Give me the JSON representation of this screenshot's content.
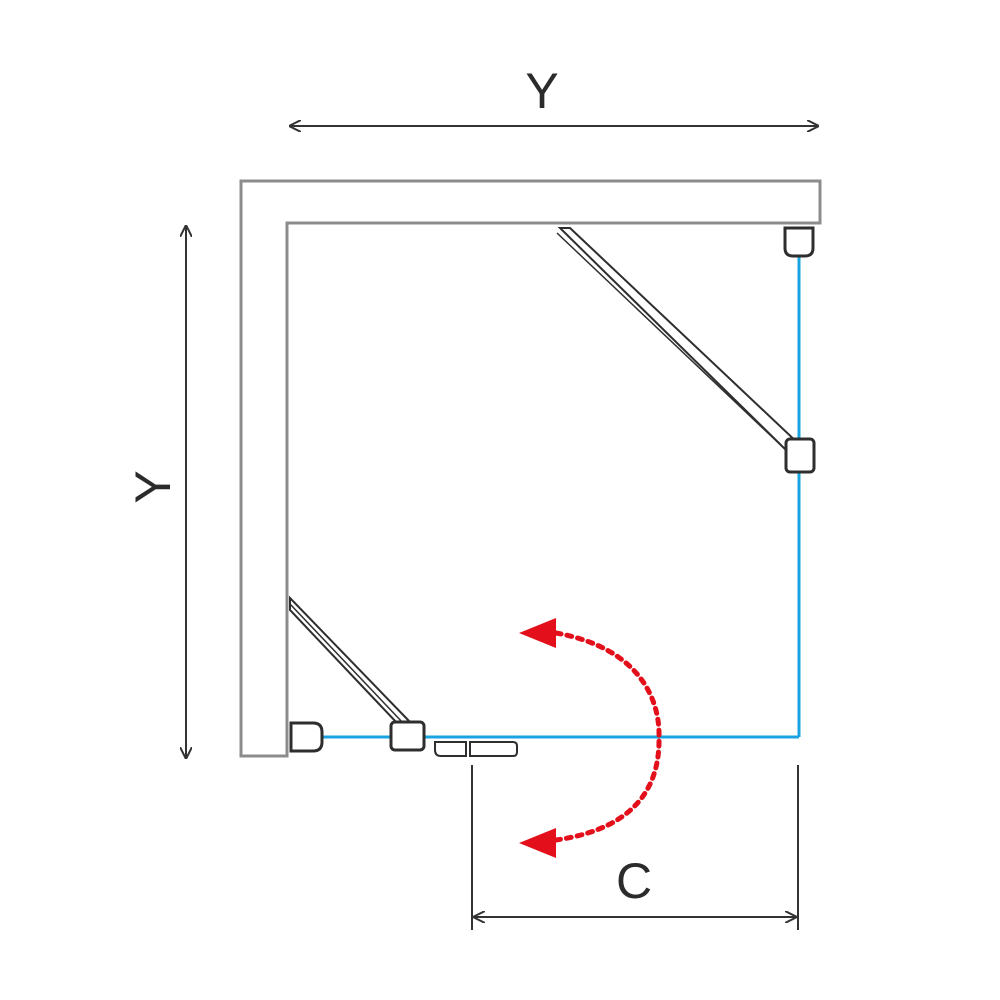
{
  "labels": {
    "width_top": "Y",
    "depth_left": "Y",
    "door_width": "C"
  },
  "colors": {
    "wall_stroke": "#8c8c8c",
    "glass": "#1aa3e0",
    "profile_stroke": "#2e2e2e",
    "dimension": "#333333",
    "swing_arrow": "#e3101c"
  },
  "icons": {
    "swing": "double-headed-curved-arrow-icon"
  }
}
